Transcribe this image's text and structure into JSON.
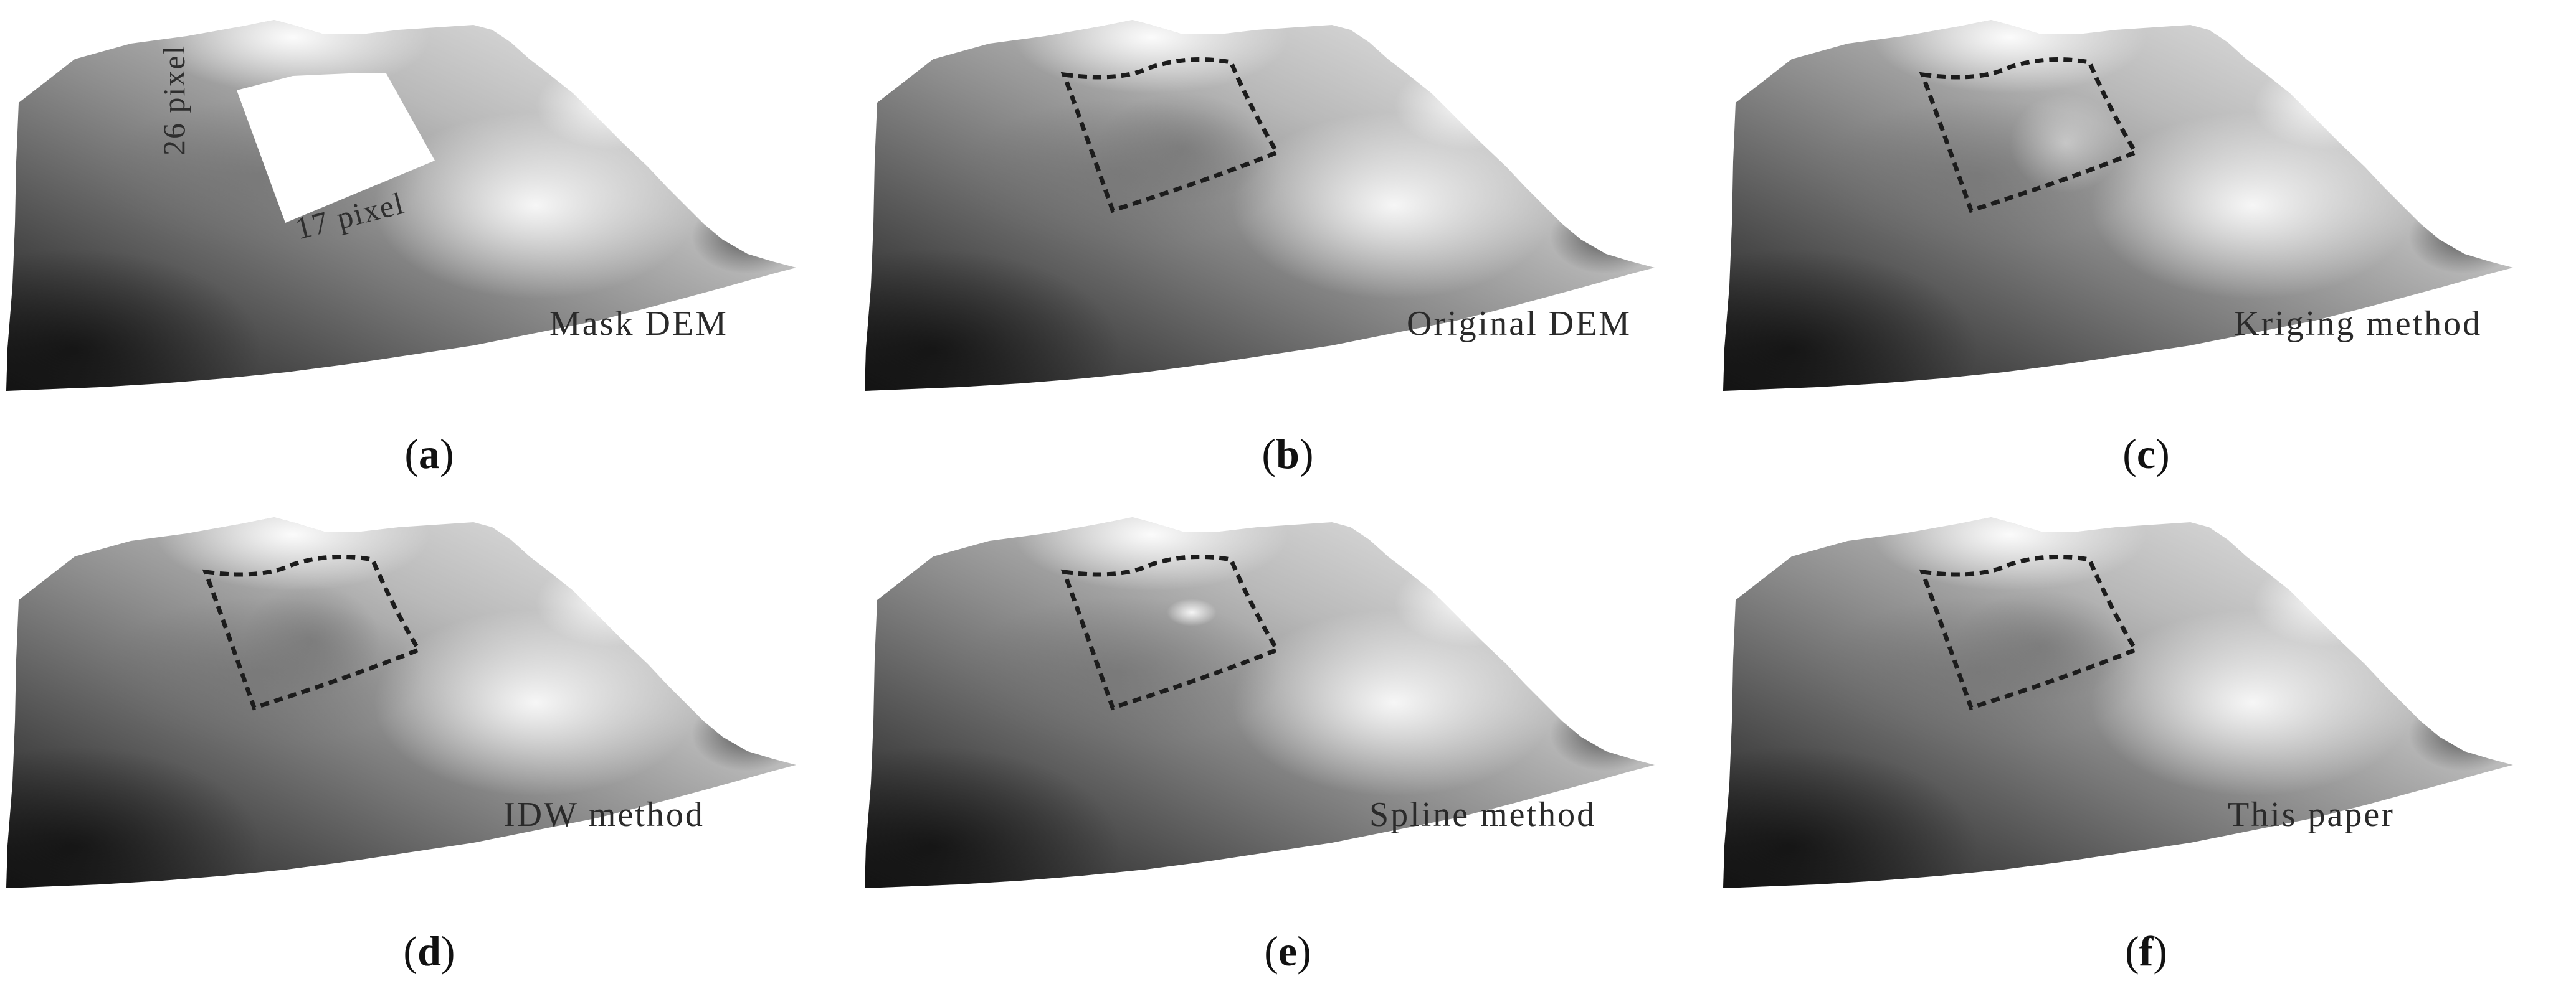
{
  "panels": [
    {
      "letter": "a",
      "label": "Mask DEM"
    },
    {
      "letter": "b",
      "label": "Original DEM"
    },
    {
      "letter": "c",
      "label": "Kriging method"
    },
    {
      "letter": "d",
      "label": "IDW method"
    },
    {
      "letter": "e",
      "label": "Spline method"
    },
    {
      "letter": "f",
      "label": "This paper"
    }
  ],
  "mask": {
    "height_label": "26 pixel",
    "width_label": "17 pixel"
  },
  "colors": {
    "terrain_dark": "#1a1a1a",
    "terrain_light": "#f4f4f4",
    "outline": "#1c1c1c",
    "mask_fill": "#ffffff"
  }
}
